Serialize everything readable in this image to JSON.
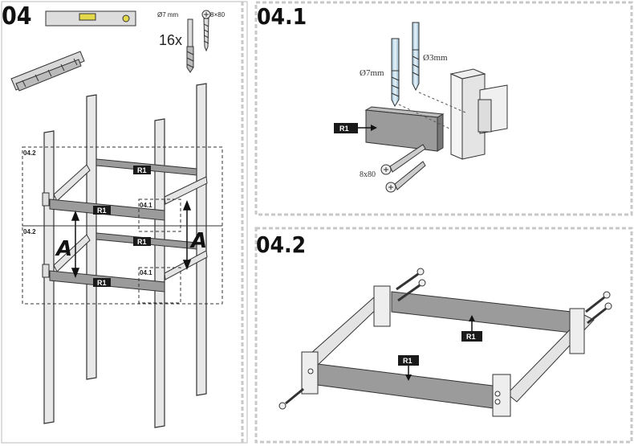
{
  "step_main": {
    "number": "04",
    "quantity": "16x",
    "drill_label": "Ø7 mm",
    "screw_label": "8×80",
    "detail_callouts": [
      "04.2",
      "04.2",
      "04.1",
      "04.1"
    ],
    "beam_tags": [
      "R1",
      "R1",
      "R1",
      "R1"
    ],
    "spacing_label": "A"
  },
  "step_041": {
    "number": "04.1",
    "drill_large": "Ø7mm",
    "drill_small": "Ø3mm",
    "beam_tag": "R1",
    "screw_label": "8x80"
  },
  "step_042": {
    "number": "04.2",
    "beam_tags": [
      "R1",
      "R1"
    ]
  }
}
